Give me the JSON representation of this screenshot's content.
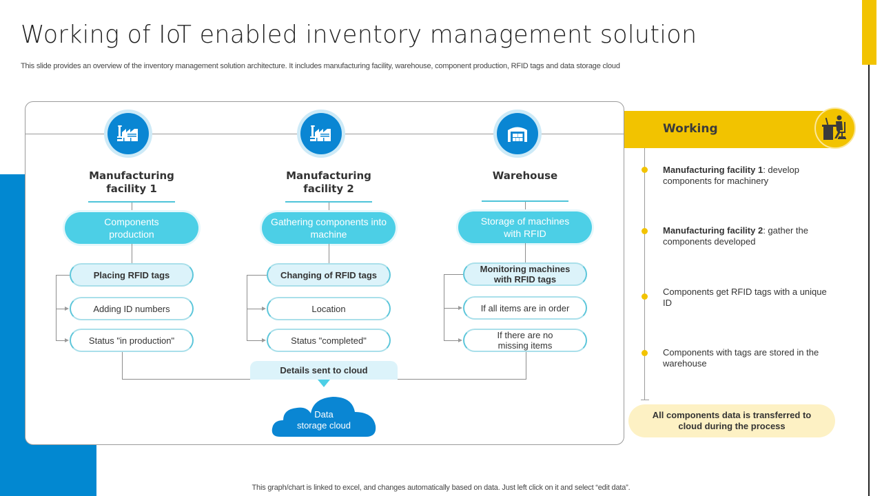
{
  "header": {
    "title": "Working of IoT enabled inventory management solution",
    "subtitle": "This slide provides an overview of the inventory management solution architecture. It includes manufacturing facility, warehouse, component production, RFID tags and data storage cloud"
  },
  "columns": [
    {
      "icon": "factory-icon",
      "title_line1": "Manufacturing",
      "title_line2": "facility 1",
      "main": "Components production",
      "head": "Placing RFID tags",
      "items": [
        "Adding ID numbers",
        "Status \"in production\""
      ]
    },
    {
      "icon": "factory-icon",
      "title_line1": "Manufacturing",
      "title_line2": "facility 2",
      "main": "Gathering components into machine",
      "head": "Changing of RFID tags",
      "items": [
        "Location",
        "Status \"completed\""
      ]
    },
    {
      "icon": "warehouse-icon",
      "title_line1": "Warehouse",
      "title_line2": "",
      "main": "Storage of machines with RFID",
      "head": "Monitoring machines with RFID tags",
      "items": [
        "If all items are in order",
        "If there are no missing items"
      ]
    }
  ],
  "cloud": {
    "details_label": "Details sent to cloud",
    "line1": "Data",
    "line2": "storage cloud"
  },
  "working": {
    "title": "Working",
    "icon": "person-at-desk-icon",
    "steps": [
      {
        "bold": "Manufacturing facility 1",
        "text": ": develop components for machinery"
      },
      {
        "bold": "Manufacturing facility 2",
        "text": ": gather the components developed"
      },
      {
        "bold": "",
        "text": "Components get RFID tags with a unique ID"
      },
      {
        "bold": "",
        "text": "Components with tags are stored in the warehouse"
      }
    ],
    "summary": "All components data is transferred to cloud during the process"
  },
  "footer": "This graph/chart is linked to excel, and changes automatically based on data. Just left click on it and select “edit data”.",
  "colors": {
    "accent_blue": "#0a86d3",
    "pill_cyan": "#4ccfe6",
    "accent_yellow": "#f2c300",
    "summary_bg": "#fdf1c4"
  }
}
